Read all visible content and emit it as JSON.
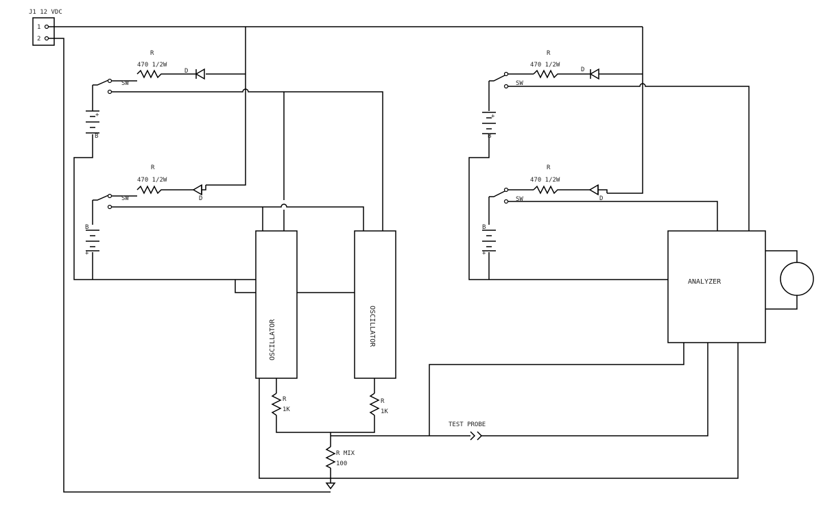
{
  "connector": {
    "label": "J1 12 VDC",
    "pin1": "1",
    "pin2": "2"
  },
  "left": {
    "r1": {
      "name": "R",
      "value": "470 1/2W"
    },
    "d1": "D",
    "sw1": "SW",
    "b1": "B",
    "r2": {
      "name": "R",
      "value": "470 1/2W"
    },
    "d2": "D",
    "sw2": "SW",
    "b2": "B"
  },
  "right": {
    "r1": {
      "name": "R",
      "value": "470 1/2W"
    },
    "d1": "D",
    "sw1": "SW",
    "b1": "B",
    "r2": {
      "name": "R",
      "value": "470 1/2W"
    },
    "d2": "D",
    "sw2": "SW",
    "b2": "B"
  },
  "oscillator1": "OSCILLATOR",
  "oscillator2": "OSCILLATOR",
  "analyzer": "ANALYZER",
  "r_osc1": {
    "name": "R",
    "value": "1K"
  },
  "r_osc2": {
    "name": "R",
    "value": "1K"
  },
  "r_mix": {
    "name": "R MIX",
    "value": "100"
  },
  "test_probe": "TEST PROBE"
}
